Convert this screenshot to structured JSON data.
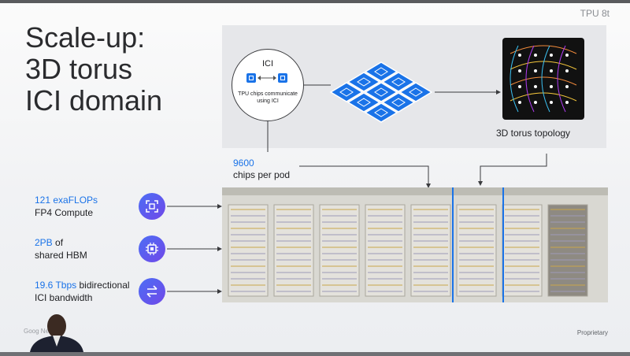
{
  "slide": {
    "tag": "TPU 8t",
    "title_lines": [
      "Scale-up:",
      "3D torus",
      "ICI domain"
    ],
    "ici": {
      "label": "ICI",
      "description": "TPU chips communicate using ICI"
    },
    "torus_label": "3D torus topology",
    "pod": {
      "count": "9600",
      "label": "chips per pod"
    },
    "stats": [
      {
        "highlight": "121 exaFLOPs",
        "rest": "",
        "line2": "FP4 Compute",
        "icon": "focus-frame-icon"
      },
      {
        "highlight": "2PB",
        "rest": " of",
        "line2": "shared HBM",
        "icon": "chip-icon"
      },
      {
        "highlight": "19.6 Tbps",
        "rest": " bidirectional",
        "line2": "ICI bandwidth",
        "icon": "swap-arrows-icon"
      }
    ],
    "footer_left": "Goog       Next",
    "footer_right": "Proprietary"
  },
  "colors": {
    "accent": "#1a73e8",
    "icon_gradient_start": "#4c6ef5",
    "icon_gradient_end": "#7048e8",
    "chip": "#1a73e8"
  }
}
